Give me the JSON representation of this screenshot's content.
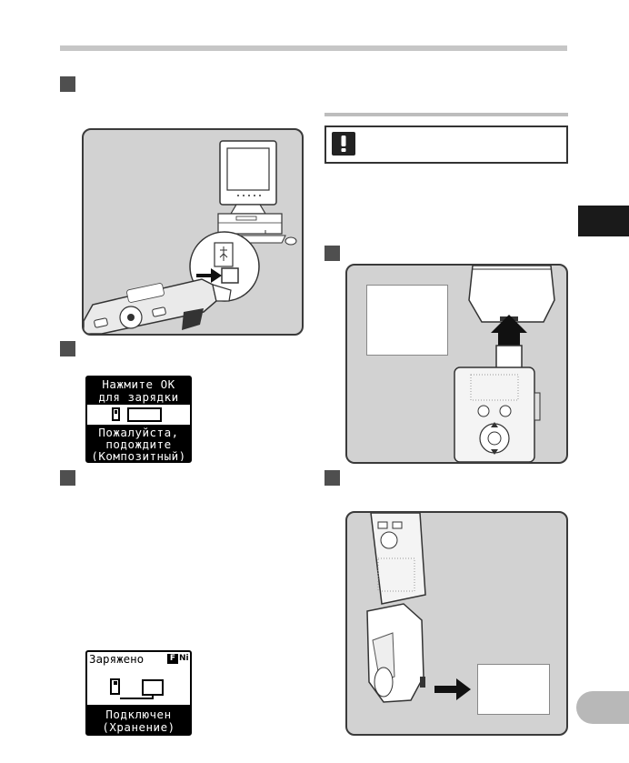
{
  "screen_charging": {
    "line1": "Нажмите OK",
    "line2": "для зарядки",
    "line3": "Пожалуйста,",
    "line4": "подождите",
    "line5": "(Композитный)"
  },
  "screen_connected": {
    "status": "Заряжено",
    "battery_indicator": "F",
    "battery_type": "Ni",
    "line1": "Подключен",
    "line2": "(Хранение)"
  },
  "icons": {
    "caution": "exclamation-icon",
    "usb": "usb-icon",
    "arrow": "arrow-icon"
  },
  "colors": {
    "step_marker": "#4f4f4f",
    "panel_bg": "#d2d2d2",
    "lcd_bg": "#000000",
    "tab_black": "#1a1a1a",
    "tab_gray": "#b8b8b8"
  }
}
